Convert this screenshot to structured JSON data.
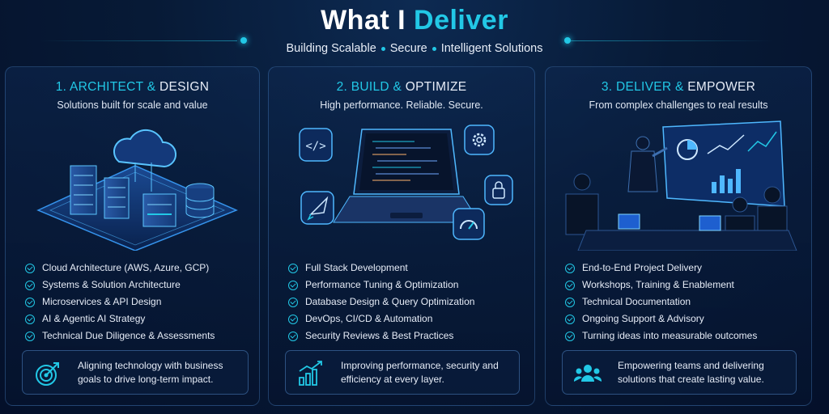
{
  "header": {
    "title_part1": "What I",
    "title_part2": "Deliver",
    "subtitle_items": [
      "Building Scalable",
      "Secure",
      "Intelligent Solutions"
    ]
  },
  "cards": [
    {
      "number_title": "1. ARCHITECT &",
      "title_rest": "DESIGN",
      "tagline": "Solutions built for scale and value",
      "items": [
        "Cloud Architecture (AWS, Azure, GCP)",
        "Systems & Solution Architecture",
        "Microservices & API Design",
        "AI & Agentic AI Strategy",
        "Technical Due Diligence & Assessments"
      ],
      "callout": "Aligning technology with business goals to drive long-term impact.",
      "callout_icon": "target-icon"
    },
    {
      "number_title": "2. BUILD &",
      "title_rest": "OPTIMIZE",
      "tagline": "High performance. Reliable. Secure.",
      "items": [
        "Full Stack Development",
        "Performance Tuning & Optimization",
        "Database Design & Query Optimization",
        "DevOps, CI/CD & Automation",
        "Security Reviews & Best Practices"
      ],
      "callout": "Improving performance, security and efficiency at every layer.",
      "callout_icon": "growth-chart-icon"
    },
    {
      "number_title": "3. DELIVER &",
      "title_rest": "EMPOWER",
      "tagline": "From complex challenges to real results",
      "items": [
        "End-to-End Project Delivery",
        "Workshops, Training & Enablement",
        "Technical Documentation",
        "Ongoing Support & Advisory",
        "Turning ideas into measurable outcomes"
      ],
      "callout": "Empowering teams and delivering solutions that create lasting value.",
      "callout_icon": "team-icon"
    }
  ],
  "colors": {
    "accent": "#22c8e6",
    "background": "#071a36",
    "text": "#e6ecf7"
  }
}
